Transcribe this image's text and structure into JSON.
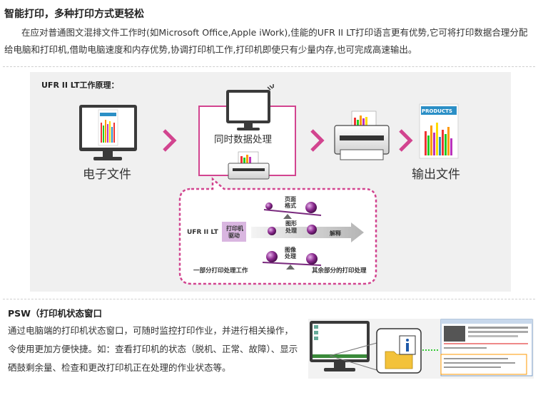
{
  "section1": {
    "title": "智能打印，多种打印方式更轻松",
    "body": "在应对普通图文混排文件工作时(如Microsoft Office,Apple iWork),佳能的UFR II LT打印语言更有优势,它可将打印数据合理分配给电脑和打印机,借助电脑速度和内存优势,协调打印机工作,打印机即使只有少量内存,也可完成高速输出。"
  },
  "diagram": {
    "title": "UFR II LT工作原理：",
    "doc_label": "电子文件",
    "process_label": "同时数据处理",
    "output_label": "输出文件",
    "products_label": "PRODUCTS",
    "ufr_label": "UFR II LT",
    "driver_label_1": "打印机",
    "driver_label_2": "驱动",
    "page_format_1": "页面",
    "page_format_2": "格式",
    "graphics_1": "图形",
    "graphics_2": "处理",
    "image_1": "图像",
    "image_2": "处理",
    "interpret": "解释",
    "partial": "一部分打印处理工作",
    "rest": "其余部分的打印处理"
  },
  "section2": {
    "title": "PSW（打印机状态窗口",
    "body": "通过电脑端的打印机状态窗口，可随时监控打印作业，并进行相关操作，令使用更加方便快捷。如：查看打印机的状态（脱机、正常、故障）、显示硒鼓剩余量、检查和更改打印机正在处理的作业状态等。"
  },
  "colors": {
    "accent": "#d2448f",
    "arrow": "#b0b0b0",
    "ball": "#8a2a8e"
  }
}
